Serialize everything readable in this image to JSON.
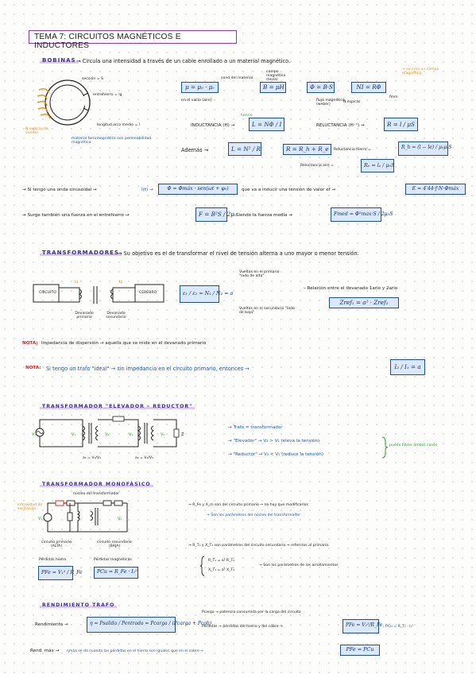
{
  "title": "TEMA 7: CIRCUITOS MAGNÉTICOS E INDUCTORES",
  "bobinas": {
    "heading": "BOBINAS",
    "intro": "→ Circula una intensidad a través de un cable enrollado a un material magnético.",
    "coil_labels": {
      "seccion": "sección = S",
      "entrehierro": "entrehierro = lg",
      "longitud": "longitud arco medio = l",
      "espiras": "N espiras (la vuelta)",
      "material": "material ferromagnético con permeabilidad magnética"
    },
    "notes": {
      "cond_material": "cond del material",
      "campo_magnetico": "campo magnético (tesla)",
      "vacio": "en el vacío (aire)",
      "flujo": "flujo magnético (weber)",
      "crea_campo": "→ se crea un campo magnético",
      "espiras_small": "N espiras",
      "fmm": "fmm"
    },
    "formulas": {
      "mu": "μ = μ₀ · μᵣ",
      "B": "B = μH",
      "phi": "Φ = B·S",
      "NI": "NI = RΦ"
    },
    "inductancia_label": "INDUCTANCIA (H) →",
    "inductancia_small": "henrio",
    "L1": "L = NΦ / I",
    "reluctancia_label": "RELUCTANCIA (H⁻¹) →",
    "R1": "R = l / μS",
    "ademas": "Además →",
    "L2": "L = N² / R",
    "Rsum": "R = R_h + R_e",
    "rel_hierro_label": "Reluctancia hierro =",
    "Rh": "R_h = (l − le) / μ₀μᵣS",
    "rel_aire_label": "Reluctancia aire =",
    "Re": "Rₑ = lₑ / μ₀S",
    "onda_text": "→ Si tengo una onda sinusoidal →",
    "onda_i": "I(t) →",
    "onda_phi": "Φ = Φmáx · sen(ωt + φ₀)",
    "onda_rest": "que va a inducir una tensión de valor ef →",
    "onda_E": "E = 4'44·f·N·Φmáx",
    "fuerza_text": "→ Surge también una fuerza en el entrehierro →",
    "F": "F = B²S / 2μ₀",
    "fuerza_mid": "Siendo la fuerza media →",
    "Fmed": "Fmed = Φ²max·S / 2μ₀S"
  },
  "transformadores": {
    "heading": "TRANSFORMADORES",
    "intro": "→ Su objetivo es el de transformar el nivel de tensión alterna a uno mayor o menor tensión.",
    "circuito": "CIRCUITO",
    "cerebro": "CEREBRO",
    "dev1": "Devanado primario",
    "dev2": "Devanado secundario",
    "ratio": "ε₁ / ε₂ = N₁ / N₂ = a",
    "v1": "Vueltas en el primario \"lado de alta\"",
    "v2": "Vueltas en el secundario \"lado de baja\"",
    "relacion": "– Relación entre el devanado 1ario y 2ario",
    "zref": "Zref₁ = a² · Zref₂",
    "nota1_label": "NOTA:",
    "nota1": "Impedancia de dispersión → aquella que se mide en el devanado primario",
    "nota2_label": "NOTA:",
    "nota2": "Si tengo un trafo \"ideal\" → sin impedancia en el circuito primario, entonces →",
    "ratio2": "I₂ / I₁ = a"
  },
  "elevador": {
    "heading": "TRANSFORMADOR \"ELEVADOR – REDUCTOR\"",
    "l1": "→ Trafo = transformador",
    "l2": "→ \"Elevador\" → V₂ > V₁ (eleva la tensión)",
    "l3": "→ \"Reductor\" → V₂ < V₁ (reduce la tensión)",
    "brace_note": "puede hacer ambos casos",
    "a1": "a₁ = V₁/V₂",
    "a2": "a₂ = V₂/V₃"
  },
  "monofasico": {
    "heading": "TRANSFORMADOR MONOFÁSICO",
    "nucleo": "núcleo del transformador",
    "intens": "intensidad de excitación",
    "prim": "circuito primario (ALTA)",
    "sec": "circuito secundario (BAJA)",
    "perd_h": "Pérdidas hierro",
    "perd_m": "Pérdidas magnéticas",
    "PFe": "PFe = V₁² / R_Fe",
    "PCu": "PCu = R_Fe · I₁²",
    "r1": "→ R_Fe y X_m son del circuito primario → no hay que modificarlos",
    "r1b": "→ Son los parámetros del núcleo del transformador",
    "r2": "→ R_T₁ y X_T₂ son parámetros del circuito secundario → referirlos al primario.",
    "r3a": "R_T₁ = a² R_T₂",
    "r3b": "X_T₁ = a² X_T₂",
    "r3c": "→ Son los parámetros de los arrollamientos"
  },
  "rendimiento": {
    "heading": "RENDIMIENTO TRAFO",
    "label": "Rendimiento →",
    "formula": "η = Psalida / Pentrada = Pcarga / (Pcarga + Pcob)",
    "pcarga": "Pcarga → potencia consumida por la carga del circuito",
    "perdidas": "Pérdidas → pérdidas del hierro y del cobre →",
    "pfe": "PFe = V₁²/R_Fe",
    "pcu": "; PCu = R_T₁ · I₁²",
    "rend_max": "Rend. máx →",
    "rend_text": "ηmáx se da cuando las pérdidas en el hierro son iguales que en el cobre →",
    "igual": "PFe = PCu"
  },
  "colors": {
    "blue_box": "#dbe8f7",
    "blue_border": "#1d4f9a",
    "heading": "#3a2f8a",
    "red": "#d91b1b",
    "orange": "#f08a14",
    "green": "#3c9b3c"
  }
}
